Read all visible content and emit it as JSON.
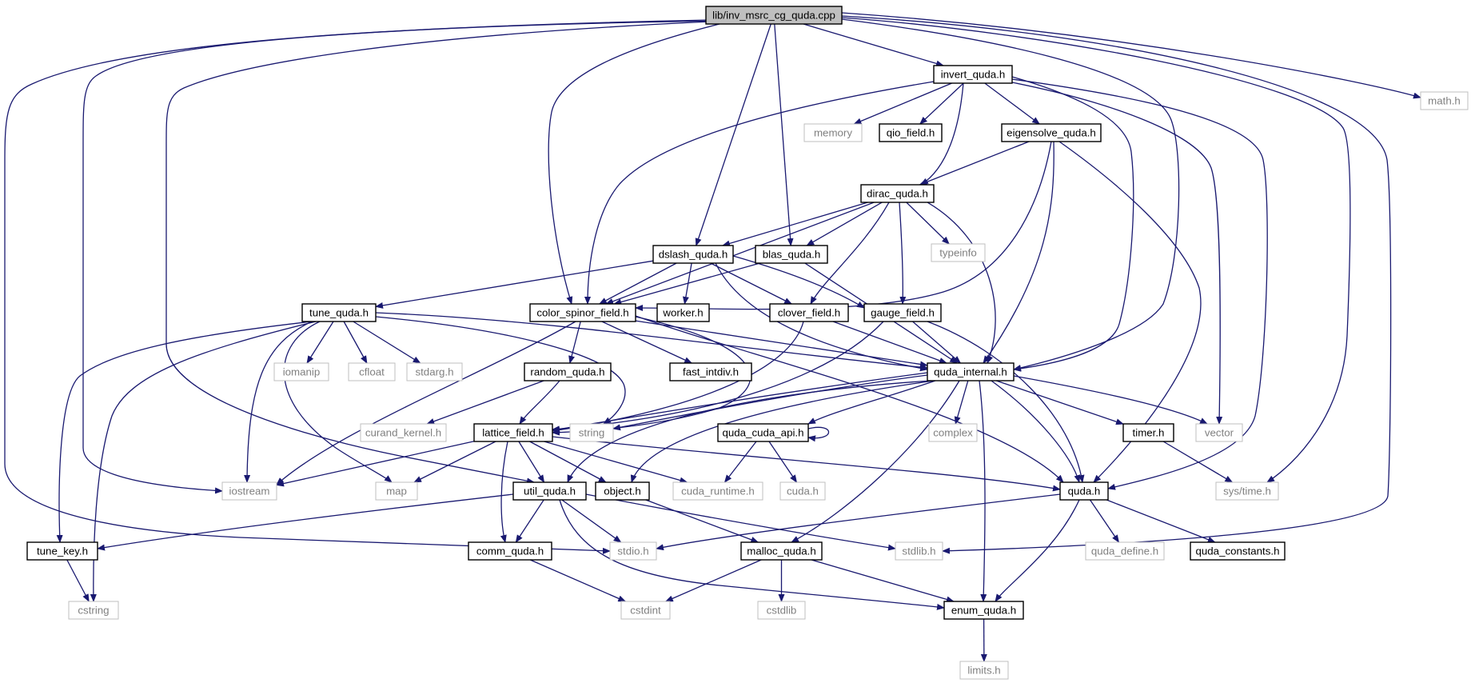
{
  "colors": {
    "edge": "#191970",
    "root_fill": "#bfbfbf",
    "node_border": "#000000",
    "external_border": "#bfbfbf",
    "external_text": "#808080",
    "text": "#000000"
  },
  "root": "inv_msrc",
  "nodes": [
    {
      "id": "inv_msrc",
      "label": "lib/inv_msrc_cg_quda.cpp",
      "kind": "root"
    },
    {
      "id": "invert_quda",
      "label": "invert_quda.h",
      "kind": "internal"
    },
    {
      "id": "math_h",
      "label": "math.h",
      "kind": "external"
    },
    {
      "id": "memory",
      "label": "memory",
      "kind": "external"
    },
    {
      "id": "qio_field",
      "label": "qio_field.h",
      "kind": "internal"
    },
    {
      "id": "eigensolve_quda",
      "label": "eigensolve_quda.h",
      "kind": "internal"
    },
    {
      "id": "dirac_quda",
      "label": "dirac_quda.h",
      "kind": "internal"
    },
    {
      "id": "dslash_quda",
      "label": "dslash_quda.h",
      "kind": "internal"
    },
    {
      "id": "blas_quda",
      "label": "blas_quda.h",
      "kind": "internal"
    },
    {
      "id": "typeinfo",
      "label": "typeinfo",
      "kind": "external"
    },
    {
      "id": "tune_quda",
      "label": "tune_quda.h",
      "kind": "internal"
    },
    {
      "id": "color_spinor_field",
      "label": "color_spinor_field.h",
      "kind": "internal"
    },
    {
      "id": "worker",
      "label": "worker.h",
      "kind": "internal"
    },
    {
      "id": "clover_field",
      "label": "clover_field.h",
      "kind": "internal"
    },
    {
      "id": "gauge_field",
      "label": "gauge_field.h",
      "kind": "internal"
    },
    {
      "id": "iomanip",
      "label": "iomanip",
      "kind": "external"
    },
    {
      "id": "cfloat",
      "label": "cfloat",
      "kind": "external"
    },
    {
      "id": "stdarg",
      "label": "stdarg.h",
      "kind": "external"
    },
    {
      "id": "random_quda",
      "label": "random_quda.h",
      "kind": "internal"
    },
    {
      "id": "fast_intdiv",
      "label": "fast_intdiv.h",
      "kind": "internal"
    },
    {
      "id": "quda_internal",
      "label": "quda_internal.h",
      "kind": "internal"
    },
    {
      "id": "curand_kernel",
      "label": "curand_kernel.h",
      "kind": "external"
    },
    {
      "id": "lattice_field",
      "label": "lattice_field.h",
      "kind": "internal"
    },
    {
      "id": "string",
      "label": "string",
      "kind": "external"
    },
    {
      "id": "quda_cuda_api",
      "label": "quda_cuda_api.h",
      "kind": "internal"
    },
    {
      "id": "complex",
      "label": "complex",
      "kind": "external"
    },
    {
      "id": "timer",
      "label": "timer.h",
      "kind": "internal"
    },
    {
      "id": "vector",
      "label": "vector",
      "kind": "external"
    },
    {
      "id": "iostream",
      "label": "iostream",
      "kind": "external"
    },
    {
      "id": "map",
      "label": "map",
      "kind": "external"
    },
    {
      "id": "util_quda",
      "label": "util_quda.h",
      "kind": "internal"
    },
    {
      "id": "object",
      "label": "object.h",
      "kind": "internal"
    },
    {
      "id": "cuda_runtime",
      "label": "cuda_runtime.h",
      "kind": "external"
    },
    {
      "id": "cuda_h",
      "label": "cuda.h",
      "kind": "external"
    },
    {
      "id": "quda_h",
      "label": "quda.h",
      "kind": "internal"
    },
    {
      "id": "systime",
      "label": "sys/time.h",
      "kind": "external"
    },
    {
      "id": "tune_key",
      "label": "tune_key.h",
      "kind": "internal"
    },
    {
      "id": "comm_quda",
      "label": "comm_quda.h",
      "kind": "internal"
    },
    {
      "id": "stdio",
      "label": "stdio.h",
      "kind": "external"
    },
    {
      "id": "malloc_quda",
      "label": "malloc_quda.h",
      "kind": "internal"
    },
    {
      "id": "stdlib",
      "label": "stdlib.h",
      "kind": "external"
    },
    {
      "id": "quda_define",
      "label": "quda_define.h",
      "kind": "external"
    },
    {
      "id": "quda_constants",
      "label": "quda_constants.h",
      "kind": "internal"
    },
    {
      "id": "cstring",
      "label": "cstring",
      "kind": "external"
    },
    {
      "id": "cstdint",
      "label": "cstdint",
      "kind": "external"
    },
    {
      "id": "cstdlib",
      "label": "cstdlib",
      "kind": "external"
    },
    {
      "id": "enum_quda",
      "label": "enum_quda.h",
      "kind": "internal"
    },
    {
      "id": "limits",
      "label": "limits.h",
      "kind": "external"
    }
  ],
  "edges": [
    [
      "inv_msrc",
      "invert_quda"
    ],
    [
      "inv_msrc",
      "math_h"
    ],
    [
      "inv_msrc",
      "dslash_quda"
    ],
    [
      "inv_msrc",
      "blas_quda"
    ],
    [
      "inv_msrc",
      "color_spinor_field"
    ],
    [
      "inv_msrc",
      "quda_internal"
    ],
    [
      "inv_msrc",
      "systime"
    ],
    [
      "inv_msrc",
      "stdlib"
    ],
    [
      "inv_msrc",
      "iostream"
    ],
    [
      "inv_msrc",
      "stdio"
    ],
    [
      "inv_msrc",
      "util_quda"
    ],
    [
      "invert_quda",
      "memory"
    ],
    [
      "invert_quda",
      "qio_field"
    ],
    [
      "invert_quda",
      "eigensolve_quda"
    ],
    [
      "invert_quda",
      "dirac_quda"
    ],
    [
      "invert_quda",
      "color_spinor_field"
    ],
    [
      "invert_quda",
      "quda_internal"
    ],
    [
      "invert_quda",
      "vector"
    ],
    [
      "invert_quda",
      "quda_h"
    ],
    [
      "eigensolve_quda",
      "dirac_quda"
    ],
    [
      "eigensolve_quda",
      "color_spinor_field"
    ],
    [
      "eigensolve_quda",
      "quda_internal"
    ],
    [
      "eigensolve_quda",
      "quda_h"
    ],
    [
      "dirac_quda",
      "dslash_quda"
    ],
    [
      "dirac_quda",
      "blas_quda"
    ],
    [
      "dirac_quda",
      "typeinfo"
    ],
    [
      "dirac_quda",
      "color_spinor_field"
    ],
    [
      "dirac_quda",
      "clover_field"
    ],
    [
      "dirac_quda",
      "gauge_field"
    ],
    [
      "dirac_quda",
      "quda_internal"
    ],
    [
      "dslash_quda",
      "tune_quda"
    ],
    [
      "dslash_quda",
      "color_spinor_field"
    ],
    [
      "dslash_quda",
      "worker"
    ],
    [
      "dslash_quda",
      "clover_field"
    ],
    [
      "dslash_quda",
      "gauge_field"
    ],
    [
      "dslash_quda",
      "quda_internal"
    ],
    [
      "blas_quda",
      "color_spinor_field"
    ],
    [
      "blas_quda",
      "quda_internal"
    ],
    [
      "tune_quda",
      "iomanip"
    ],
    [
      "tune_quda",
      "cfloat"
    ],
    [
      "tune_quda",
      "stdarg"
    ],
    [
      "tune_quda",
      "iostream"
    ],
    [
      "tune_quda",
      "map"
    ],
    [
      "tune_quda",
      "string"
    ],
    [
      "tune_quda",
      "tune_key"
    ],
    [
      "tune_quda",
      "cstring"
    ],
    [
      "tune_quda",
      "quda_internal"
    ],
    [
      "color_spinor_field",
      "random_quda"
    ],
    [
      "color_spinor_field",
      "fast_intdiv"
    ],
    [
      "color_spinor_field",
      "quda_internal"
    ],
    [
      "color_spinor_field",
      "lattice_field"
    ],
    [
      "color_spinor_field",
      "iostream"
    ],
    [
      "color_spinor_field",
      "quda_h"
    ],
    [
      "clover_field",
      "quda_internal"
    ],
    [
      "clover_field",
      "lattice_field"
    ],
    [
      "gauge_field",
      "quda_internal"
    ],
    [
      "gauge_field",
      "lattice_field"
    ],
    [
      "gauge_field",
      "quda_h"
    ],
    [
      "random_quda",
      "curand_kernel"
    ],
    [
      "random_quda",
      "lattice_field"
    ],
    [
      "quda_internal",
      "lattice_field"
    ],
    [
      "quda_internal",
      "string"
    ],
    [
      "quda_internal",
      "quda_cuda_api"
    ],
    [
      "quda_internal",
      "complex"
    ],
    [
      "quda_internal",
      "timer"
    ],
    [
      "quda_internal",
      "vector"
    ],
    [
      "quda_internal",
      "util_quda"
    ],
    [
      "quda_internal",
      "object"
    ],
    [
      "quda_internal",
      "quda_h"
    ],
    [
      "quda_internal",
      "malloc_quda"
    ],
    [
      "quda_internal",
      "enum_quda"
    ],
    [
      "lattice_field",
      "iostream"
    ],
    [
      "lattice_field",
      "map"
    ],
    [
      "lattice_field",
      "util_quda"
    ],
    [
      "lattice_field",
      "object"
    ],
    [
      "lattice_field",
      "cuda_runtime"
    ],
    [
      "lattice_field",
      "quda_h"
    ],
    [
      "lattice_field",
      "comm_quda"
    ],
    [
      "quda_cuda_api",
      "quda_cuda_api"
    ],
    [
      "quda_cuda_api",
      "cuda_runtime"
    ],
    [
      "quda_cuda_api",
      "cuda_h"
    ],
    [
      "timer",
      "systime"
    ],
    [
      "util_quda",
      "tune_key"
    ],
    [
      "util_quda",
      "comm_quda"
    ],
    [
      "util_quda",
      "stdio"
    ],
    [
      "util_quda",
      "stdlib"
    ],
    [
      "util_quda",
      "enum_quda"
    ],
    [
      "object",
      "malloc_quda"
    ],
    [
      "quda_h",
      "stdio"
    ],
    [
      "quda_h",
      "quda_define"
    ],
    [
      "quda_h",
      "quda_constants"
    ],
    [
      "quda_h",
      "enum_quda"
    ],
    [
      "tune_key",
      "cstring"
    ],
    [
      "comm_quda",
      "cstdint"
    ],
    [
      "malloc_quda",
      "cstdint"
    ],
    [
      "malloc_quda",
      "cstdlib"
    ],
    [
      "malloc_quda",
      "enum_quda"
    ],
    [
      "enum_quda",
      "limits"
    ]
  ]
}
